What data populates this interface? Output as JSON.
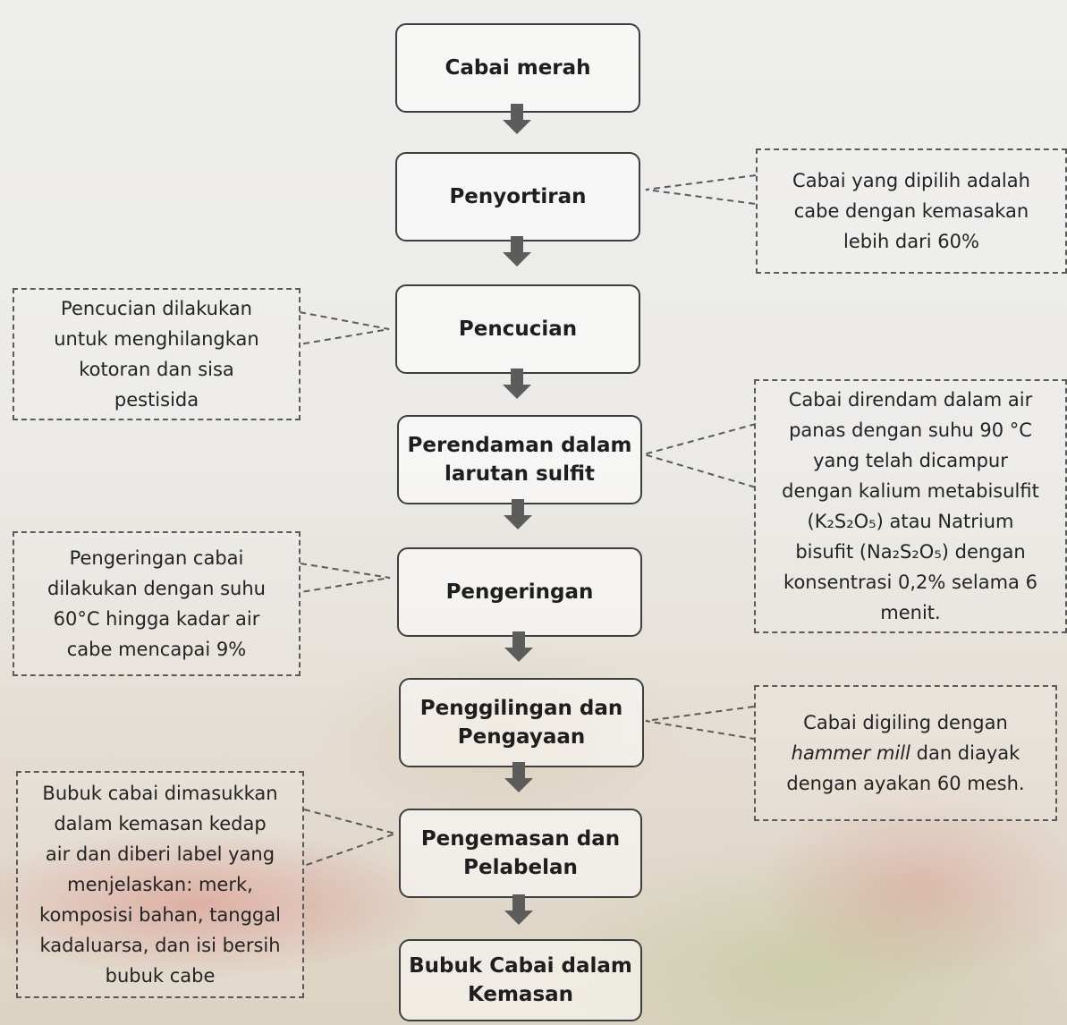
{
  "steps": [
    "Cabai merah",
    "Penyortiran",
    "Pencucian",
    "Perendaman dalam\nlarutan sulfit",
    "Pengeringan",
    "Penggilingan dan\nPengayaan",
    "Pengemasan dan\nPelabelan",
    "Bubuk Cabai dalam\nKemasan"
  ],
  "notes": {
    "penyortiran": "Cabai yang dipilih adalah\ncabe dengan kemasakan\nlebih dari 60%",
    "pencucian": "Pencucian dilakukan\nuntuk menghilangkan\nkotoran dan sisa\npestisida",
    "perendaman": "Cabai direndam dalam air\npanas dengan suhu 90 °C\nyang telah dicampur\ndengan kalium metabisulfit\n(K₂S₂O₅) atau Natrium\nbisufit (Na₂S₂O₅) dengan\nkonsentrasi 0,2% selama 6\nmenit.",
    "pengeringan": "Pengeringan cabai\ndilakukan dengan suhu\n60°C hingga kadar air\ncabe mencapai 9%",
    "penggilingan_pre": "Cabai digiling dengan\n",
    "penggilingan_em": "hammer mill",
    "penggilingan_post": " dan diayak\ndengan ayakan 60 mesh.",
    "pengemasan": "Bubuk cabai dimasukkan\ndalam kemasan kedap\nair dan diberi label yang\nmenjelaskan: merk,\nkomposisi bahan, tanggal\nkadaluarsa, dan isi bersih\nbubuk cabe"
  },
  "colors": {
    "box_border": "#3e3e3e",
    "arrow": "#5c5c5c",
    "dashed_line": "#5a5a5a"
  }
}
